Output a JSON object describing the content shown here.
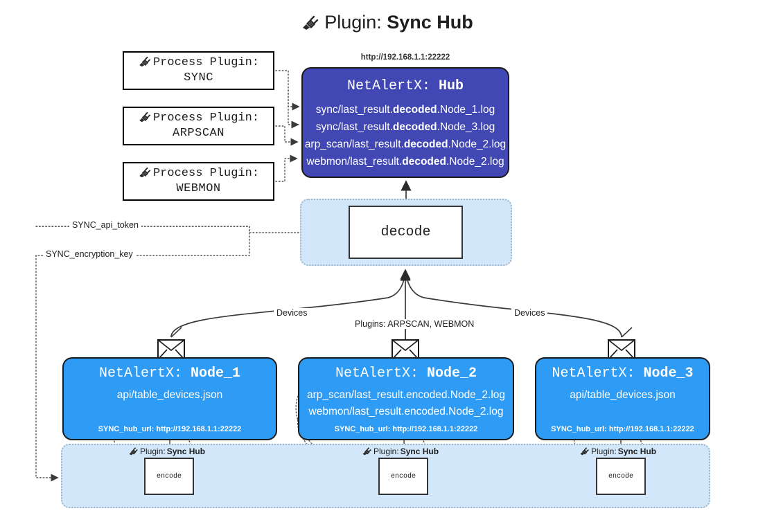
{
  "title": {
    "icon": "plug-icon",
    "label": "Plugin:",
    "value": "Sync Hub"
  },
  "plugin_boxes": [
    {
      "icon": "plug-icon",
      "label": "Process Plugin:",
      "value": "SYNC"
    },
    {
      "icon": "plug-icon",
      "label": "Process Plugin:",
      "value": "ARPSCAN"
    },
    {
      "icon": "plug-icon",
      "label": "Process Plugin:",
      "value": "WEBMON"
    }
  ],
  "hub": {
    "url": "http://192.168.1.1:22222",
    "header_label": "NetAlertX:",
    "header_value": "Hub",
    "rows": [
      {
        "pre": "sync/last_result.",
        "em": "decoded",
        "post": ".Node_1.log"
      },
      {
        "pre": "sync/last_result.",
        "em": "decoded",
        "post": ".Node_3.log"
      },
      {
        "pre": "arp_scan/last_result.",
        "em": "decoded",
        "post": ".Node_2.log"
      },
      {
        "pre": "webmon/last_result.",
        "em": "decoded",
        "post": ".Node_2.log"
      }
    ]
  },
  "decode": {
    "label": "decode"
  },
  "settings": {
    "api_token": "SYNC_api_token",
    "encryption_key": "SYNC_encryption_key"
  },
  "edge_labels": {
    "devices_left": "Devices",
    "devices_right": "Devices",
    "plugins_mid": "Plugins: ARPSCAN, WEBMON"
  },
  "nodes": [
    {
      "header_label": "NetAlertX:",
      "header_value": "Node_1",
      "rows": [
        "api/table_devices.json"
      ],
      "footer": "SYNC_hub_url: http://192.168.1.1:22222",
      "mail_icon": "envelope-icon"
    },
    {
      "header_label": "NetAlertX:",
      "header_value": "Node_2",
      "rows": [
        "arp_scan/last_result.encoded.Node_2.log",
        "webmon/last_result.encoded.Node_2.log"
      ],
      "footer": "SYNC_hub_url: http://192.168.1.1:22222",
      "mail_icon": "envelope-icon"
    },
    {
      "header_label": "NetAlertX:",
      "header_value": "Node_3",
      "rows": [
        "api/table_devices.json"
      ],
      "footer": "SYNC_hub_url: http://192.168.1.1:22222",
      "mail_icon": "envelope-icon"
    }
  ],
  "encoders": [
    {
      "tag_label": "Plugin:",
      "tag_value": "Sync Hub",
      "box_label": "encode"
    },
    {
      "tag_label": "Plugin:",
      "tag_value": "Sync Hub",
      "box_label": "encode"
    },
    {
      "tag_label": "Plugin:",
      "tag_value": "Sync Hub",
      "box_label": "encode"
    }
  ],
  "colors": {
    "hub_fill": "#4248b3",
    "node_fill": "#2e9bf4",
    "region_fill": "#d2e7fa",
    "stroke": "#333333",
    "page_bg": "#ffffff"
  }
}
